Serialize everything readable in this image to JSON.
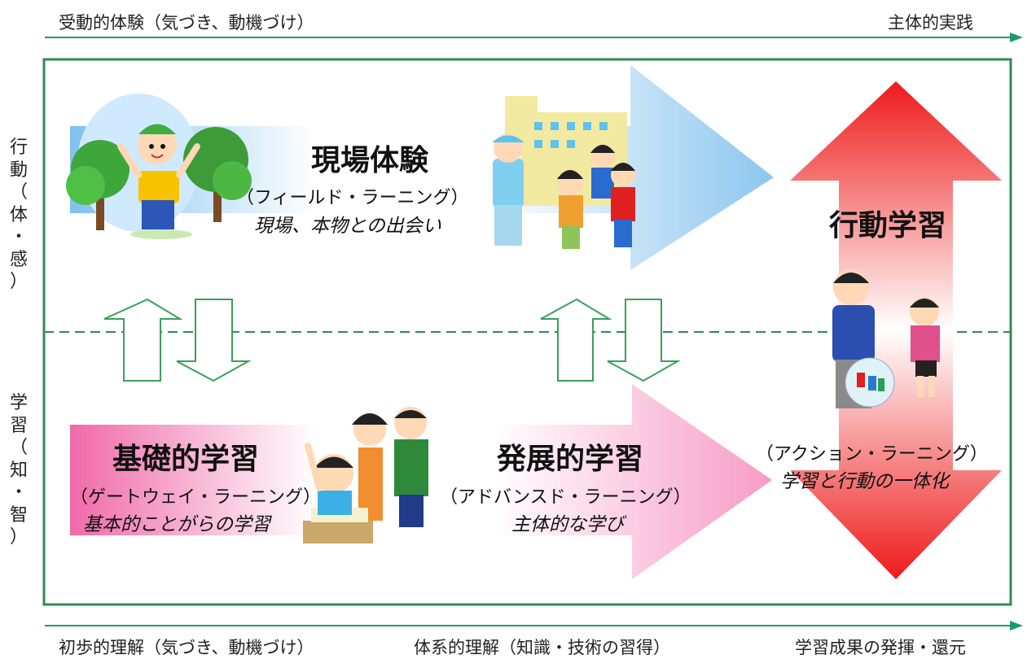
{
  "top_axis": {
    "left": "受動的体験（気づき、動機づけ）",
    "right": "主体的実践"
  },
  "bottom_axis": {
    "left": "初歩的理解（気づき、動機づけ）",
    "middle": "体系的理解（知識・技術の習得）",
    "right": "学習成果の発揮・還元"
  },
  "side": {
    "upper": [
      "行",
      "動",
      "（",
      "体",
      "・",
      "感",
      "）"
    ],
    "lower": [
      "学",
      "習",
      "（",
      "知",
      "・",
      "智",
      "）"
    ]
  },
  "field": {
    "title": "現場体験",
    "subtitle": "（フィールド・ラーニング）",
    "desc": "現場、本物との出会い"
  },
  "basic": {
    "title": "基礎的学習",
    "subtitle": "（ゲートウェイ・ラーニング）",
    "desc": "基本的ことがらの学習"
  },
  "advanced": {
    "title": "発展的学習",
    "subtitle": "（アドバンスド・ラーニング）",
    "desc": "主体的な学び"
  },
  "action": {
    "title": "行動学習",
    "subtitle": "（アクション・ラーニング）",
    "desc": "学習と行動の一体化"
  },
  "colors": {
    "axis_green": "#1e9a6a",
    "frame_green": "#2f8a5a",
    "field_blue": "#8fc6ee",
    "learning_pink": "#f06aa8",
    "action_red": "#f01a1a"
  }
}
